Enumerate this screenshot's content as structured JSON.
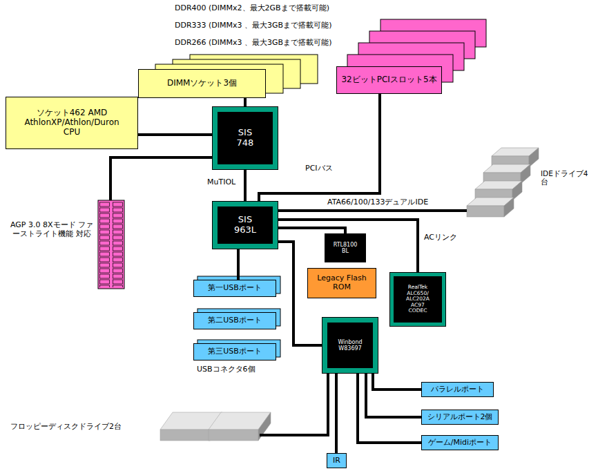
{
  "diagram": {
    "nodes": [
      {
        "text": [
          "DIMMソケット3個"
        ]
      },
      {
        "text": [
          "32ビットPCIスロット5本"
        ]
      },
      {
        "text": [
          "ソケット462 AMD AthlonXP/Athlon/Duron CPU"
        ]
      },
      {
        "text": [
          "SIS 748"
        ]
      },
      {
        "text": [
          "SIS 963L"
        ]
      },
      {
        "text": [
          "AGP 3.0 8Xモード ファーストライト機能 対応"
        ]
      },
      {
        "text": [
          "IDEドライブ4台"
        ]
      },
      {
        "text": [
          "第一USBポート"
        ]
      },
      {
        "text": [
          "第二USBポート"
        ]
      },
      {
        "text": [
          "第三USBポート"
        ]
      },
      {
        "text": [
          "RTL8100 BL"
        ]
      },
      {
        "text": [
          "Legacy Flash ROM"
        ]
      },
      {
        "text": [
          "RealTek ALC650/ ALC202A AC97 CODEC"
        ]
      },
      {
        "text": [
          "Winbond W83697"
        ]
      },
      {
        "text": [
          "パラレルポート"
        ]
      },
      {
        "text": [
          "シリアルポート2個"
        ]
      },
      {
        "text": [
          "ゲーム/Midiポート"
        ]
      },
      {
        "text": [
          "IR"
        ]
      },
      {
        "text": [
          "フロッピーディスクドライブ2台"
        ]
      }
    ],
    "edges": [
      {
        "from": 0,
        "to": 3,
        "arrow": "none"
      },
      {
        "from": 2,
        "to": 3,
        "arrow": "none"
      },
      {
        "from": 3,
        "to": 5,
        "arrow": "none"
      },
      {
        "from": 3,
        "to": 4,
        "label": "MuTIOL",
        "arrow": "none"
      },
      {
        "from": 1,
        "to": 4,
        "label": "PCIバス",
        "arrow": "none"
      },
      {
        "from": 4,
        "to": 6,
        "label": "ATA66/100/133デュアルIDE",
        "arrow": "none"
      },
      {
        "from": 4,
        "to": 12,
        "label": "ACリンク",
        "arrow": "none"
      },
      {
        "from": 4,
        "to": 10,
        "arrow": "none"
      },
      {
        "from": 4,
        "to": 7,
        "arrow": "none"
      },
      {
        "from": 4,
        "to": 13,
        "arrow": "none"
      },
      {
        "from": 13,
        "to": 14,
        "arrow": "none"
      },
      {
        "from": 13,
        "to": 15,
        "arrow": "none"
      },
      {
        "from": 13,
        "to": 16,
        "arrow": "none"
      },
      {
        "from": 13,
        "to": 17,
        "arrow": "none"
      },
      {
        "from": 13,
        "to": 18,
        "arrow": "none"
      }
    ],
    "labels": [
      "DDR400 (DIMMx2、最大2GBまで搭載可能)",
      "DDR333 (DIMMx3 、最大3GBまで搭載可能)",
      "DDR266 (DIMMx3 、最大3GBまで搭載可能)",
      "USBコネクタ6個"
    ]
  }
}
